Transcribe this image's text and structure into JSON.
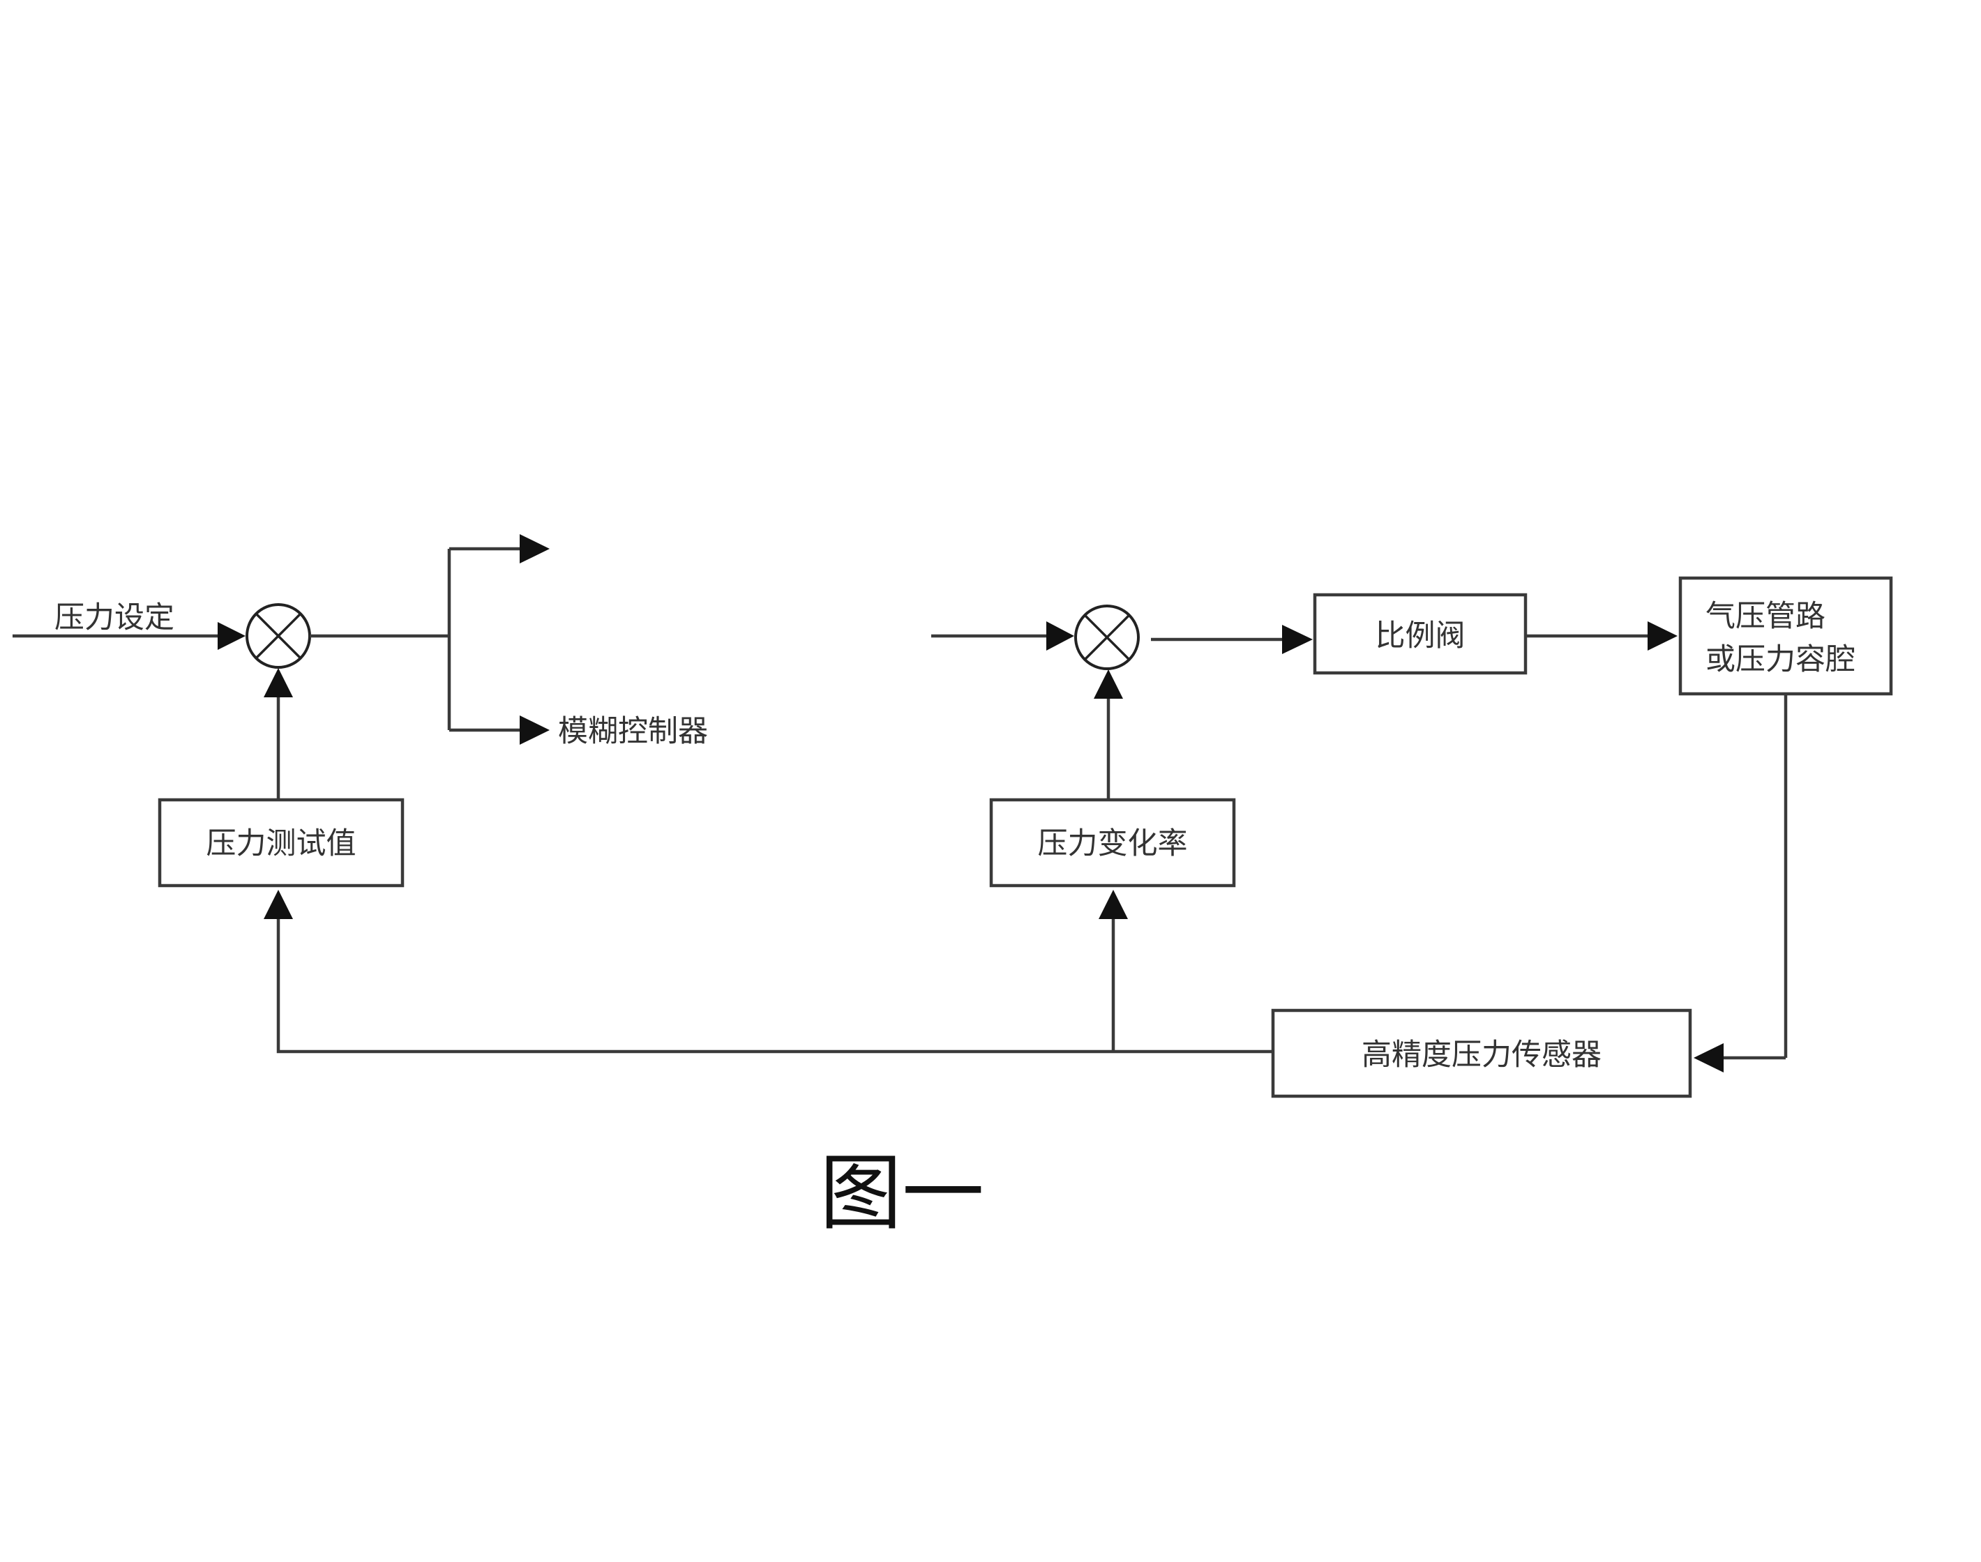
{
  "diagram": {
    "setpoint_label": "压力设定",
    "fuzzy_controller_label": "模糊控制器",
    "pressure_measured_label": "压力测试值",
    "pressure_rate_label": "压力变化率",
    "proportional_valve_label": "比例阀",
    "pipeline_label_line1": "气压管路",
    "pipeline_label_line2": "或压力容腔",
    "sensor_label": "高精度压力传感器",
    "figure_caption": "图一"
  }
}
